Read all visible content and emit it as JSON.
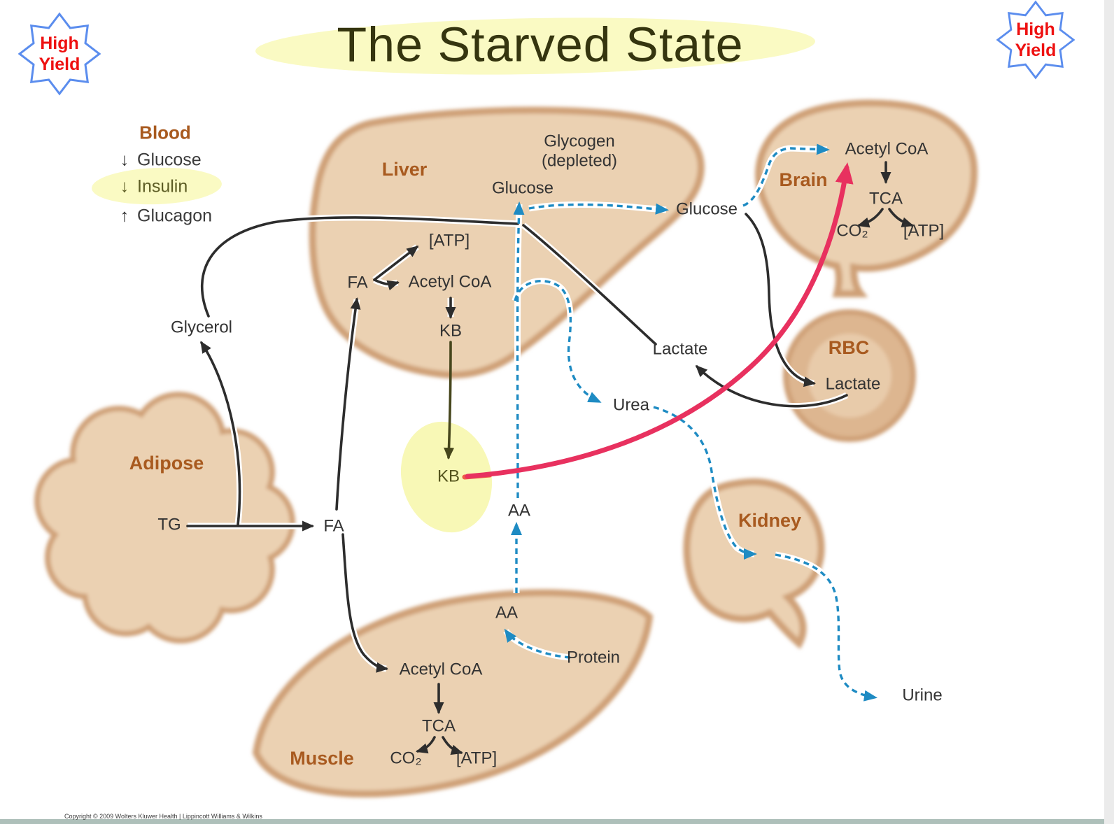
{
  "page": {
    "title": "The Starved State",
    "copyright": "Copyright © 2009 Wolters Kluwer Health | Lippincott Williams & Wilkins"
  },
  "badges": {
    "left": {
      "line1": "High",
      "line2": "Yield"
    },
    "right": {
      "line1": "High",
      "line2": "Yield"
    }
  },
  "blood_panel": {
    "heading": "Blood",
    "items": [
      {
        "arrow": "↓",
        "label": "Glucose",
        "highlighted": false
      },
      {
        "arrow": "↓",
        "label": "Insulin",
        "highlighted": true
      },
      {
        "arrow": "↑",
        "label": "Glucagon",
        "highlighted": false
      }
    ]
  },
  "liver": {
    "name": "Liver",
    "glycogen_line1": "Glycogen",
    "glycogen_line2": "(depleted)",
    "glucose": "Glucose",
    "atp": "[ATP]",
    "fa": "FA",
    "acetyl_coa": "Acetyl CoA",
    "kb": "KB"
  },
  "brain": {
    "name": "Brain",
    "acetyl_coa": "Acetyl CoA",
    "tca": "TCA",
    "co2": "CO₂",
    "atp": "[ATP]"
  },
  "rbc": {
    "name": "RBC",
    "lactate": "Lactate"
  },
  "adipose": {
    "name": "Adipose",
    "tg": "TG"
  },
  "muscle": {
    "name": "Muscle",
    "acetyl_coa": "Acetyl CoA",
    "tca": "TCA",
    "co2": "CO₂",
    "atp": "[ATP]",
    "aa": "AA",
    "protein": "Protein"
  },
  "kidney": {
    "name": "Kidney"
  },
  "shared": {
    "glycerol": "Glycerol",
    "fa": "FA",
    "kb": "KB",
    "aa": "AA",
    "urea": "Urea",
    "lactate": "Lactate",
    "glucose": "Glucose",
    "urine": "Urine"
  },
  "colors": {
    "organ_fill": "#ebd1b2",
    "organ_outline": "#cfa077",
    "organ_label": "#a85a1f",
    "arrow_black": "#2d2d2d",
    "arrow_blue": "#1e8bc3",
    "arrow_pink": "#e8315f",
    "arrow_olive": "#46461c",
    "highlight_yellow": "#f9f9bb",
    "badge_text_red": "#ee1111",
    "badge_border_blue": "#5b8dee",
    "footer_bar": "#aec0ba"
  }
}
